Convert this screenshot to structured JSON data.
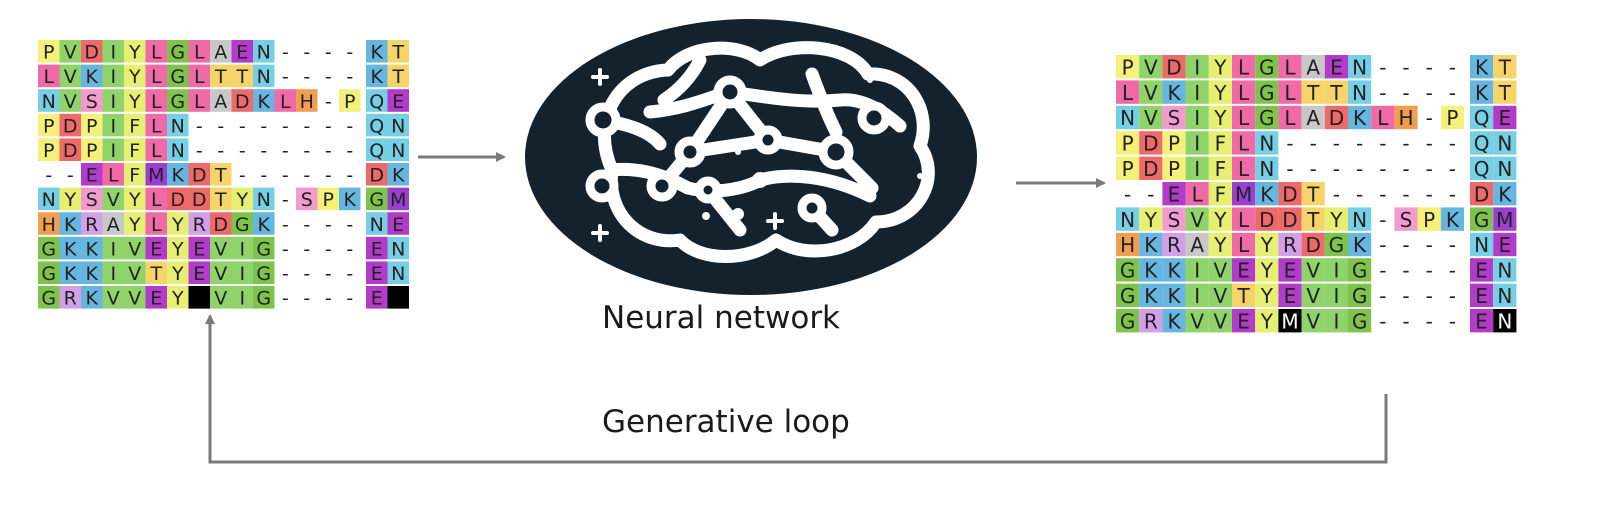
{
  "captions": {
    "neural_network": "Neural network",
    "generative_loop": "Generative loop"
  },
  "alignment_input": {
    "rows": [
      [
        "P",
        "V",
        "D",
        "I",
        "Y",
        "L",
        "G",
        "L",
        "A",
        "E",
        "N",
        "-",
        "-",
        "-",
        "-",
        "K",
        "T"
      ],
      [
        "L",
        "V",
        "K",
        "I",
        "Y",
        "L",
        "G",
        "L",
        "T",
        "T",
        "N",
        "-",
        "-",
        "-",
        "-",
        "K",
        "T"
      ],
      [
        "N",
        "V",
        "S",
        "I",
        "Y",
        "L",
        "G",
        "L",
        "A",
        "D",
        "K",
        "L",
        "H",
        "-",
        "P",
        "Q",
        "E"
      ],
      [
        "P",
        "D",
        "P",
        "I",
        "F",
        "L",
        "N",
        "-",
        "-",
        "-",
        "-",
        "-",
        "-",
        "-",
        "-",
        "Q",
        "N"
      ],
      [
        "P",
        "D",
        "P",
        "I",
        "F",
        "L",
        "N",
        "-",
        "-",
        "-",
        "-",
        "-",
        "-",
        "-",
        "-",
        "Q",
        "N"
      ],
      [
        "-",
        "-",
        "E",
        "L",
        "F",
        "M",
        "K",
        "D",
        "T",
        "-",
        "-",
        "-",
        "-",
        "-",
        "-",
        "D",
        "K"
      ],
      [
        "N",
        "Y",
        "S",
        "V",
        "Y",
        "L",
        "D",
        "D",
        "T",
        "Y",
        "N",
        "-",
        "S",
        "P",
        "K",
        "G",
        "M"
      ],
      [
        "H",
        "K",
        "R",
        "A",
        "Y",
        "L",
        "Y",
        "R",
        "D",
        "G",
        "K",
        "-",
        "-",
        "-",
        "-",
        "N",
        "E"
      ],
      [
        "G",
        "K",
        "K",
        "I",
        "V",
        "E",
        "Y",
        "E",
        "V",
        "I",
        "G",
        "-",
        "-",
        "-",
        "-",
        "E",
        "N"
      ],
      [
        "G",
        "K",
        "K",
        "I",
        "V",
        "T",
        "Y",
        "E",
        "V",
        "I",
        "G",
        "-",
        "-",
        "-",
        "-",
        "E",
        "N"
      ],
      [
        "G",
        "R",
        "K",
        "V",
        "V",
        "E",
        "Y",
        "",
        "V",
        "I",
        "G",
        "-",
        "-",
        "-",
        "-",
        "E",
        ""
      ]
    ],
    "masked_cells": [
      [
        10,
        7
      ],
      [
        10,
        16
      ]
    ]
  },
  "alignment_output": {
    "rows": [
      [
        "P",
        "V",
        "D",
        "I",
        "Y",
        "L",
        "G",
        "L",
        "A",
        "E",
        "N",
        "-",
        "-",
        "-",
        "-",
        "K",
        "T"
      ],
      [
        "L",
        "V",
        "K",
        "I",
        "Y",
        "L",
        "G",
        "L",
        "T",
        "T",
        "N",
        "-",
        "-",
        "-",
        "-",
        "K",
        "T"
      ],
      [
        "N",
        "V",
        "S",
        "I",
        "Y",
        "L",
        "G",
        "L",
        "A",
        "D",
        "K",
        "L",
        "H",
        "-",
        "P",
        "Q",
        "E"
      ],
      [
        "P",
        "D",
        "P",
        "I",
        "F",
        "L",
        "N",
        "-",
        "-",
        "-",
        "-",
        "-",
        "-",
        "-",
        "-",
        "Q",
        "N"
      ],
      [
        "P",
        "D",
        "P",
        "I",
        "F",
        "L",
        "N",
        "-",
        "-",
        "-",
        "-",
        "-",
        "-",
        "-",
        "-",
        "Q",
        "N"
      ],
      [
        "-",
        "-",
        "E",
        "L",
        "F",
        "M",
        "K",
        "D",
        "T",
        "-",
        "-",
        "-",
        "-",
        "-",
        "-",
        "D",
        "K"
      ],
      [
        "N",
        "Y",
        "S",
        "V",
        "Y",
        "L",
        "D",
        "D",
        "T",
        "Y",
        "N",
        "-",
        "S",
        "P",
        "K",
        "G",
        "M"
      ],
      [
        "H",
        "K",
        "R",
        "A",
        "Y",
        "L",
        "Y",
        "R",
        "D",
        "G",
        "K",
        "-",
        "-",
        "-",
        "-",
        "N",
        "E"
      ],
      [
        "G",
        "K",
        "K",
        "I",
        "V",
        "E",
        "Y",
        "E",
        "V",
        "I",
        "G",
        "-",
        "-",
        "-",
        "-",
        "E",
        "N"
      ],
      [
        "G",
        "K",
        "K",
        "I",
        "V",
        "T",
        "Y",
        "E",
        "V",
        "I",
        "G",
        "-",
        "-",
        "-",
        "-",
        "E",
        "N"
      ],
      [
        "G",
        "R",
        "K",
        "V",
        "V",
        "E",
        "Y",
        "M",
        "V",
        "I",
        "G",
        "-",
        "-",
        "-",
        "-",
        "E",
        "N"
      ]
    ],
    "filled_cells": [
      [
        10,
        7
      ],
      [
        10,
        16
      ]
    ]
  },
  "residue_colors": {
    "A": "#c8c8c8",
    "V": "#8fd36a",
    "I": "#8fd36a",
    "L": "#f06aa8",
    "M": "#9c3fd0",
    "F": "#e7ef73",
    "Y": "#e7ef73",
    "W": "#e7ef73",
    "G": "#7ec44c",
    "P": "#f4f07a",
    "S": "#f29bd0",
    "T": "#f7d46a",
    "N": "#77cfe6",
    "Q": "#77cfe6",
    "D": "#ee6a6a",
    "E": "#b23bc9",
    "K": "#67b6e0",
    "R": "#d3a0e8",
    "H": "#f29e52",
    "C": "#f2e24c"
  },
  "colors": {
    "brain_background": "#14222e",
    "brain_lines": "#ffffff",
    "arrow": "#7a7a7a",
    "mask": "#000000"
  }
}
